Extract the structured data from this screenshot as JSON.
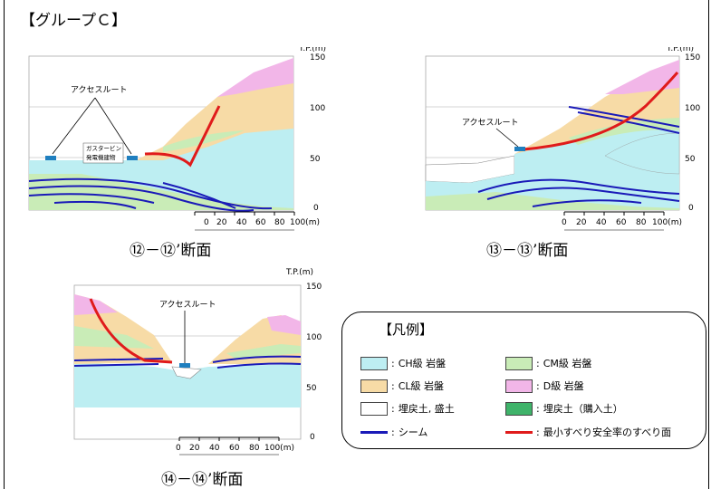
{
  "page_title": "【グループＣ】",
  "tp_label": "T.P.(m)",
  "elev_ticks": [
    "150",
    "100",
    "50",
    "0"
  ],
  "scale": {
    "ticks": [
      "0",
      "20",
      "40",
      "60",
      "80",
      "100(m)"
    ]
  },
  "sections": [
    {
      "caption": "⑫－⑫’断面",
      "labels": {
        "access": "アクセスルート",
        "building_line1": "ガスタービン",
        "building_line2": "発電機建物"
      }
    },
    {
      "caption": "⑬－⑬’断面",
      "labels": {
        "access": "アクセスルート"
      }
    },
    {
      "caption": "⑭－⑭’断面",
      "labels": {
        "access": "アクセスルート"
      }
    }
  ],
  "legend": {
    "title": "【凡例】",
    "items": [
      {
        "label": "CH級 岩盤",
        "color": "#bdeef2"
      },
      {
        "label": "CM級 岩盤",
        "color": "#c9ecb7"
      },
      {
        "label": "CL級 岩盤",
        "color": "#f7dba6"
      },
      {
        "label": "D級 岩盤",
        "color": "#f2b6e8"
      },
      {
        "label": "埋戻土, 盛土",
        "color": "#ffffff"
      },
      {
        "label": "埋戻土（購入土）",
        "color": "#3fb36a"
      },
      {
        "label": "シーム",
        "color": "#1a1ab8"
      },
      {
        "label": "最小すべり安全率のすべり面",
        "color": "#e01b1b"
      }
    ]
  },
  "colors": {
    "ch": "#bdeef2",
    "cm": "#c9ecb7",
    "cl": "#f7dba6",
    "d": "#f2b6e8",
    "seam": "#1a1ab8",
    "slip": "#e01b1b",
    "structure": "#1f7fbf"
  }
}
